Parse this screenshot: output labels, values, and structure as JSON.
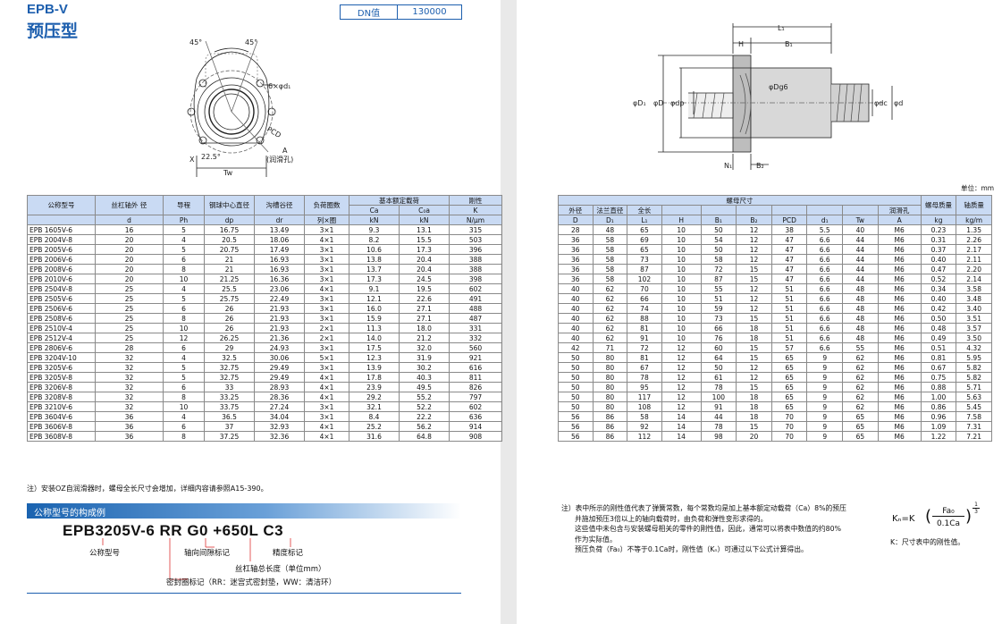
{
  "title": {
    "series": "EPB-V",
    "name": "预压型"
  },
  "dn": {
    "label": "DN值",
    "value": "130000"
  },
  "unit": "单位：mm",
  "front_view": {
    "angle1": "45°",
    "angle2": "45°",
    "holes": "6×φd₁",
    "pcd": "PCD",
    "a_label": "A",
    "a_note": "(润滑孔)",
    "angle3": "22.5°",
    "x": "X",
    "tw": "Tw"
  },
  "side_view": {
    "l1": "L₁",
    "h": "H",
    "b1": "B₁",
    "dg6": "φDg6",
    "d1": "φD₁",
    "d": "φD",
    "dp": "φdp",
    "dc": "φdc",
    "dd": "φd",
    "n1": "N₁",
    "b2": "B₂"
  },
  "left_table": {
    "headers": {
      "model": "公称型号",
      "shaft": "丝杠轴外 径",
      "lead": "导程",
      "ball": "钢球中心直径",
      "groove": "沟槽谷径",
      "load_turns": "负荷圈数",
      "rated": "基本额定载荷",
      "stiff": "刚性"
    },
    "sub": {
      "ca": "Ca",
      "coa": "C₀a",
      "k": "K"
    },
    "units": {
      "d": "d",
      "ph": "Ph",
      "dp": "dp",
      "dr": "dr",
      "turns": "列×圈",
      "kn1": "kN",
      "kn2": "kN",
      "stiff": "N/μm"
    },
    "rows": [
      [
        "EPB 1605V-6",
        "16",
        "5",
        "16.75",
        "13.49",
        "3×1",
        "9.3",
        "13.1",
        "315"
      ],
      [
        "EPB 2004V-8",
        "20",
        "4",
        "20.5",
        "18.06",
        "4×1",
        "8.2",
        "15.5",
        "503"
      ],
      [
        "EPB 2005V-6",
        "20",
        "5",
        "20.75",
        "17.49",
        "3×1",
        "10.6",
        "17.3",
        "396"
      ],
      [
        "EPB 2006V-6",
        "20",
        "6",
        "21",
        "16.93",
        "3×1",
        "13.8",
        "20.4",
        "388"
      ],
      [
        "EPB 2008V-6",
        "20",
        "8",
        "21",
        "16.93",
        "3×1",
        "13.7",
        "20.4",
        "388"
      ],
      [
        "EPB 2010V-6",
        "20",
        "10",
        "21.25",
        "16.36",
        "3×1",
        "17.3",
        "24.5",
        "398"
      ],
      [
        "EPB 2504V-8",
        "25",
        "4",
        "25.5",
        "23.06",
        "4×1",
        "9.1",
        "19.5",
        "602"
      ],
      [
        "EPB 2505V-6",
        "25",
        "5",
        "25.75",
        "22.49",
        "3×1",
        "12.1",
        "22.6",
        "491"
      ],
      [
        "EPB 2506V-6",
        "25",
        "6",
        "26",
        "21.93",
        "3×1",
        "16.0",
        "27.1",
        "488"
      ],
      [
        "EPB 2508V-6",
        "25",
        "8",
        "26",
        "21.93",
        "3×1",
        "15.9",
        "27.1",
        "487"
      ],
      [
        "EPB 2510V-4",
        "25",
        "10",
        "26",
        "21.93",
        "2×1",
        "11.3",
        "18.0",
        "331"
      ],
      [
        "EPB 2512V-4",
        "25",
        "12",
        "26.25",
        "21.36",
        "2×1",
        "14.0",
        "21.2",
        "332"
      ],
      [
        "EPB 2806V-6",
        "28",
        "6",
        "29",
        "24.93",
        "3×1",
        "17.5",
        "32.0",
        "560"
      ],
      [
        "EPB 3204V-10",
        "32",
        "4",
        "32.5",
        "30.06",
        "5×1",
        "12.3",
        "31.9",
        "921"
      ],
      [
        "EPB 3205V-6",
        "32",
        "5",
        "32.75",
        "29.49",
        "3×1",
        "13.9",
        "30.2",
        "616"
      ],
      [
        "EPB 3205V-8",
        "32",
        "5",
        "32.75",
        "29.49",
        "4×1",
        "17.8",
        "40.3",
        "811"
      ],
      [
        "EPB 3206V-8",
        "32",
        "6",
        "33",
        "28.93",
        "4×1",
        "23.9",
        "49.5",
        "826"
      ],
      [
        "EPB 3208V-8",
        "32",
        "8",
        "33.25",
        "28.36",
        "4×1",
        "29.2",
        "55.2",
        "797"
      ],
      [
        "EPB 3210V-6",
        "32",
        "10",
        "33.75",
        "27.24",
        "3×1",
        "32.1",
        "52.2",
        "602"
      ],
      [
        "EPB 3604V-6",
        "36",
        "4",
        "36.5",
        "34.04",
        "3×1",
        "8.4",
        "22.2",
        "636"
      ],
      [
        "EPB 3606V-8",
        "36",
        "6",
        "37",
        "32.93",
        "4×1",
        "25.2",
        "56.2",
        "914"
      ],
      [
        "EPB 3608V-8",
        "36",
        "8",
        "37.25",
        "32.36",
        "4×1",
        "31.6",
        "64.8",
        "908"
      ]
    ]
  },
  "right_table": {
    "headers": {
      "nut": "螺母尺寸",
      "outer": "外径",
      "flange": "法兰直径",
      "length": "全长",
      "lube": "润滑孔",
      "nut_mass": "螺母质量",
      "shaft_mass": "轴质量"
    },
    "units": [
      "D",
      "D₁",
      "L₁",
      "H",
      "B₁",
      "B₂",
      "PCD",
      "d₁",
      "Tw",
      "A",
      "kg",
      "kg/m"
    ],
    "rows": [
      [
        "28",
        "48",
        "65",
        "10",
        "50",
        "12",
        "38",
        "5.5",
        "40",
        "M6",
        "0.23",
        "1.35"
      ],
      [
        "36",
        "58",
        "69",
        "10",
        "54",
        "12",
        "47",
        "6.6",
        "44",
        "M6",
        "0.31",
        "2.26"
      ],
      [
        "36",
        "58",
        "65",
        "10",
        "50",
        "12",
        "47",
        "6.6",
        "44",
        "M6",
        "0.37",
        "2.17"
      ],
      [
        "36",
        "58",
        "73",
        "10",
        "58",
        "12",
        "47",
        "6.6",
        "44",
        "M6",
        "0.40",
        "2.11"
      ],
      [
        "36",
        "58",
        "87",
        "10",
        "72",
        "15",
        "47",
        "6.6",
        "44",
        "M6",
        "0.47",
        "2.20"
      ],
      [
        "36",
        "58",
        "102",
        "10",
        "87",
        "15",
        "47",
        "6.6",
        "44",
        "M6",
        "0.52",
        "2.14"
      ],
      [
        "40",
        "62",
        "70",
        "10",
        "55",
        "12",
        "51",
        "6.6",
        "48",
        "M6",
        "0.34",
        "3.58"
      ],
      [
        "40",
        "62",
        "66",
        "10",
        "51",
        "12",
        "51",
        "6.6",
        "48",
        "M6",
        "0.40",
        "3.48"
      ],
      [
        "40",
        "62",
        "74",
        "10",
        "59",
        "12",
        "51",
        "6.6",
        "48",
        "M6",
        "0.42",
        "3.40"
      ],
      [
        "40",
        "62",
        "88",
        "10",
        "73",
        "15",
        "51",
        "6.6",
        "48",
        "M6",
        "0.50",
        "3.51"
      ],
      [
        "40",
        "62",
        "81",
        "10",
        "66",
        "18",
        "51",
        "6.6",
        "48",
        "M6",
        "0.48",
        "3.57"
      ],
      [
        "40",
        "62",
        "91",
        "10",
        "76",
        "18",
        "51",
        "6.6",
        "48",
        "M6",
        "0.49",
        "3.50"
      ],
      [
        "42",
        "71",
        "72",
        "12",
        "60",
        "15",
        "57",
        "6.6",
        "55",
        "M6",
        "0.51",
        "4.32"
      ],
      [
        "50",
        "80",
        "81",
        "12",
        "64",
        "15",
        "65",
        "9",
        "62",
        "M6",
        "0.81",
        "5.95"
      ],
      [
        "50",
        "80",
        "67",
        "12",
        "50",
        "12",
        "65",
        "9",
        "62",
        "M6",
        "0.67",
        "5.82"
      ],
      [
        "50",
        "80",
        "78",
        "12",
        "61",
        "12",
        "65",
        "9",
        "62",
        "M6",
        "0.75",
        "5.82"
      ],
      [
        "50",
        "80",
        "95",
        "12",
        "78",
        "15",
        "65",
        "9",
        "62",
        "M6",
        "0.88",
        "5.71"
      ],
      [
        "50",
        "80",
        "117",
        "12",
        "100",
        "18",
        "65",
        "9",
        "62",
        "M6",
        "1.00",
        "5.63"
      ],
      [
        "50",
        "80",
        "108",
        "12",
        "91",
        "18",
        "65",
        "9",
        "62",
        "M6",
        "0.86",
        "5.45"
      ],
      [
        "56",
        "86",
        "58",
        "14",
        "44",
        "18",
        "70",
        "9",
        "65",
        "M6",
        "0.96",
        "7.58"
      ],
      [
        "56",
        "86",
        "92",
        "14",
        "78",
        "15",
        "70",
        "9",
        "65",
        "M6",
        "1.09",
        "7.31"
      ],
      [
        "56",
        "86",
        "112",
        "14",
        "98",
        "20",
        "70",
        "9",
        "65",
        "M6",
        "1.22",
        "7.21"
      ]
    ]
  },
  "note1": "注）安装OZ自润滑器时，螺母全长尺寸会增加，详细内容请参照A15-390。",
  "section_title": "公称型号的构成例",
  "code": {
    "model": "EPB3205V-6",
    "rr": "RR",
    "g0": "G0",
    "len": "+650L",
    "c3": "C3"
  },
  "code_labels": {
    "model": "公称型号",
    "gap": "轴向间隙标记",
    "precision": "精度标记",
    "length": "丝杠轴总长度（单位mm）",
    "seal": "密封圈标记（RR：迷宫式密封垫，WW：清洁环）"
  },
  "note2": [
    "注）表中所示的刚性值代表了弹簧常数，每个常数均是加上基本额定动载荷（Ca）8%的预压",
    "并施加预压3倍以上的轴向载荷时，由负荷和弹性变形求得的。",
    "这些值中未包含与安装螺母相关的零件的刚性值，因此，通常可以将表中数值的约80%",
    "作为实际值。",
    "预压负荷（Fa₀）不等于0.1Ca时，刚性值（Kₙ）可通过以下公式计算得出。"
  ],
  "formula": {
    "lhs": "Kₙ=K",
    "num": "Fa₀",
    "den": "0.1Ca",
    "exp_num": "1",
    "exp_den": "3",
    "note": "K：尺寸表中的刚性值。"
  }
}
